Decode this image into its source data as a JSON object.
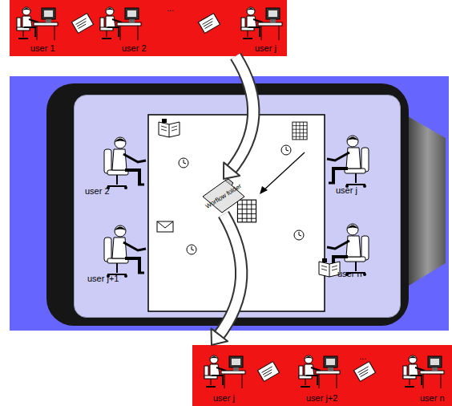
{
  "diagram": {
    "nodes": [
      {
        "text": [
          "user 1",
          "user 2",
          "...",
          "user j"
        ]
      },
      {
        "text": [
          "user 2",
          "user j",
          "user j+1",
          "user n"
        ]
      },
      {
        "text": [
          "Worflow folder"
        ],
        "in": 1
      },
      {
        "text": [
          "user j",
          "user j+2",
          "...",
          "user n"
        ]
      }
    ],
    "edges": [
      {
        "from": 0,
        "to": 2,
        "arrow": "to"
      },
      {
        "from": 2,
        "to": 3,
        "arrow": "to"
      }
    ]
  }
}
